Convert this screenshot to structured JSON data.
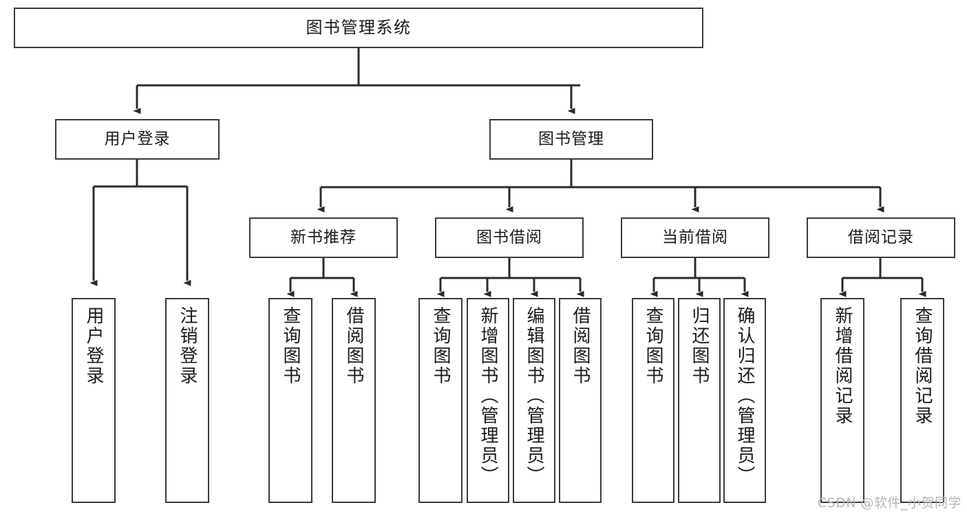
{
  "diagram": {
    "title": "图书管理系统",
    "type": "tree-hierarchy-chart",
    "colors": {
      "box_border": "#3a3a3a",
      "box_fill": "#ffffff",
      "edge": "#2b2b2b",
      "text": "#1b1b1b",
      "watermark": "#b6b6b6",
      "background": "#ffffff"
    }
  },
  "nodes": {
    "root": {
      "label": "图书管理系统"
    },
    "level2": [
      {
        "label": "用户登录"
      },
      {
        "label": "图书管理"
      }
    ],
    "level3": [
      {
        "label": "新书推荐"
      },
      {
        "label": "图书借阅"
      },
      {
        "label": "当前借阅"
      },
      {
        "label": "借阅记录"
      }
    ],
    "leaves": {
      "user_login": [
        {
          "label": "用户登录"
        },
        {
          "label": "注销登录"
        }
      ],
      "new_book_recommend": [
        {
          "label": "查询图书"
        },
        {
          "label": "借阅图书"
        }
      ],
      "book_borrow": [
        {
          "label": "查询图书"
        },
        {
          "label": "新增图书（管理员）"
        },
        {
          "label": "编辑图书（管理员）"
        },
        {
          "label": "借阅图书"
        }
      ],
      "current_borrow": [
        {
          "label": "查询图书"
        },
        {
          "label": "归还图书"
        },
        {
          "label": "确认归还（管理员）"
        }
      ],
      "borrow_record": [
        {
          "label": "新增借阅记录"
        },
        {
          "label": "查询借阅记录"
        }
      ]
    }
  },
  "watermark": {
    "text": "CSDN @软件_小贺同学"
  }
}
